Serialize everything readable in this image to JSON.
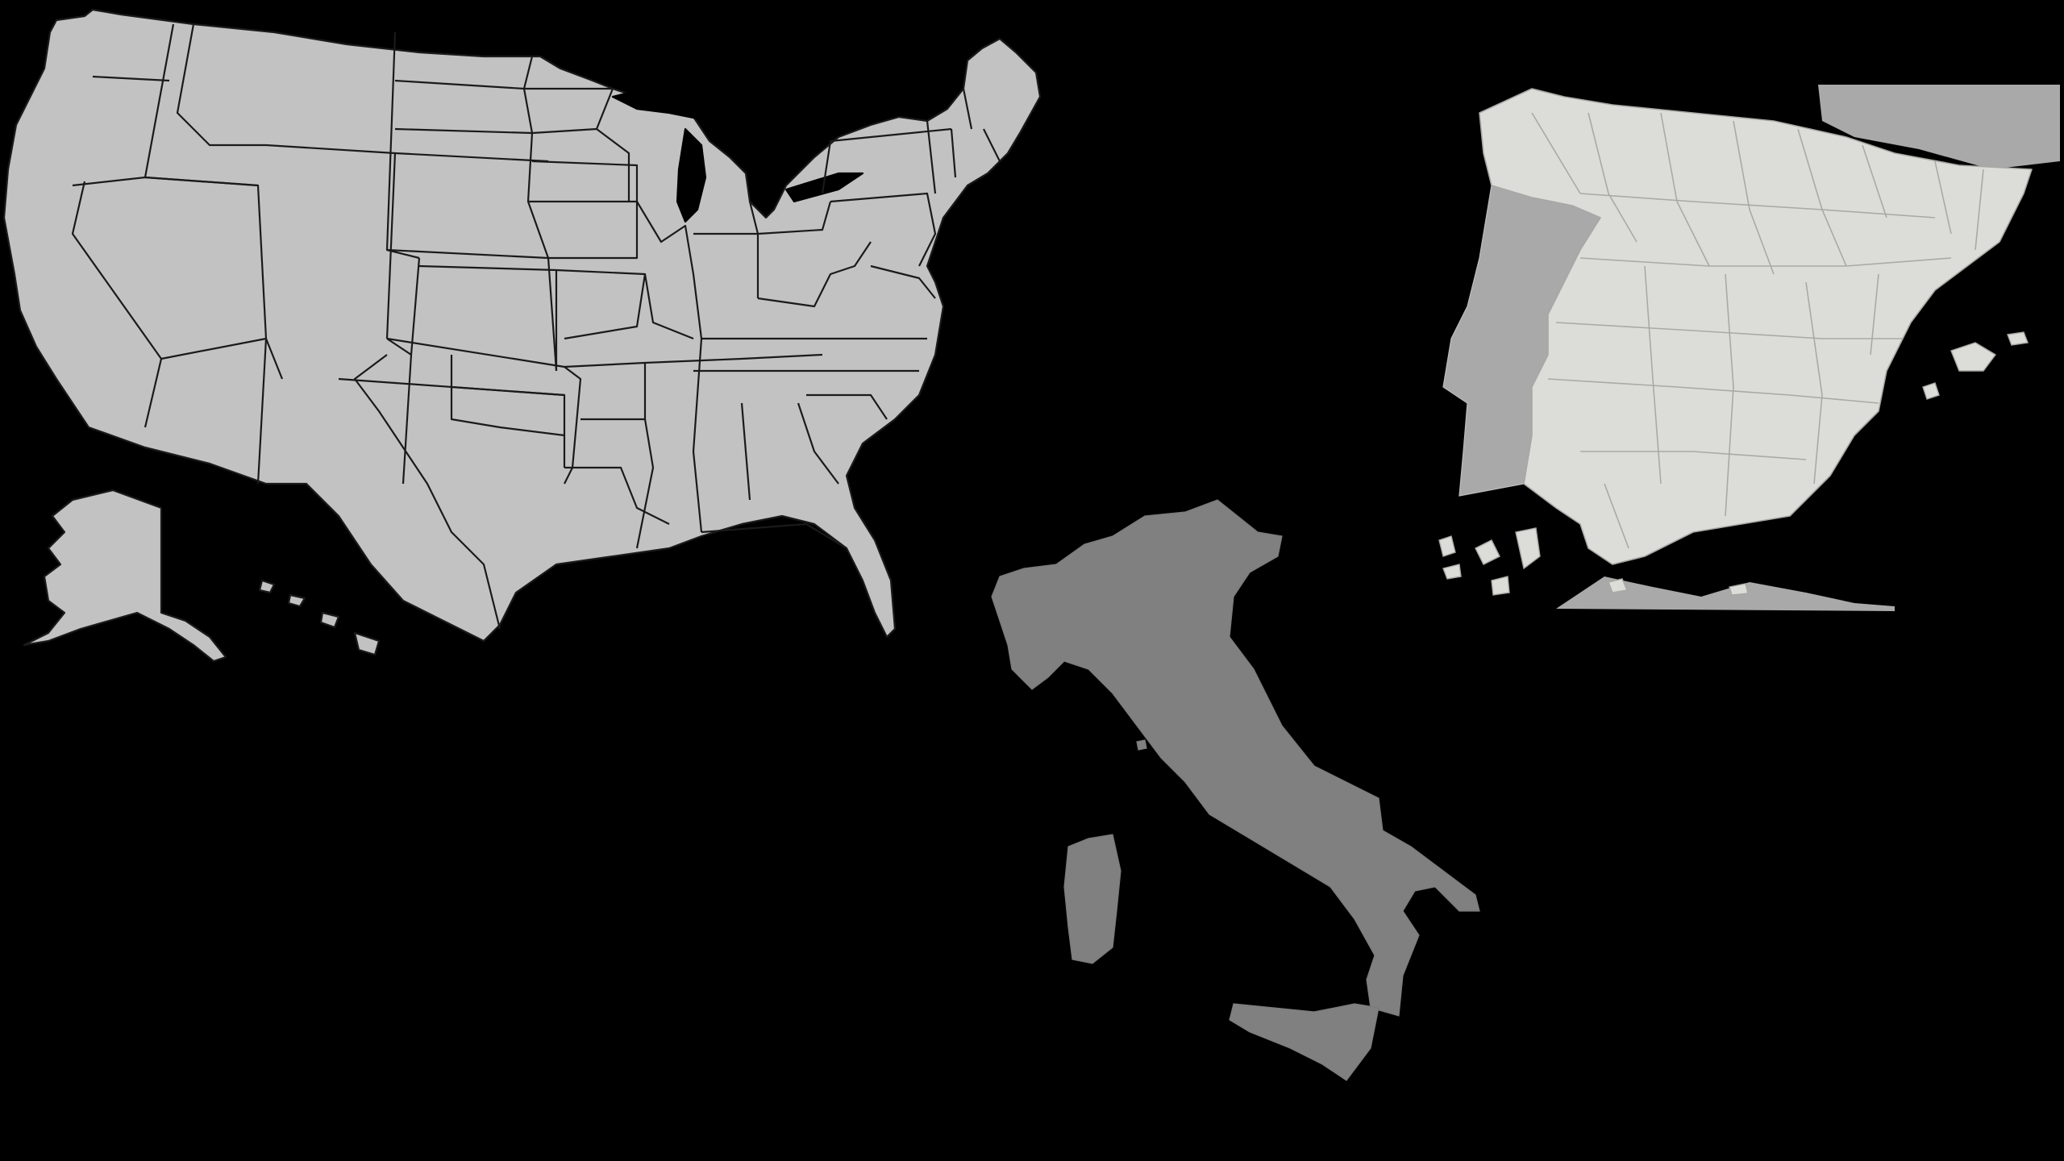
{
  "maps": [
    {
      "id": "united-states",
      "colors": {
        "fill": "#c2c2c2",
        "border": "#1a1a1a"
      }
    },
    {
      "id": "iberian-peninsula",
      "colors": {
        "spain": "#dcdcd8",
        "portugal": "#a9a9a9",
        "neighbors": "#a9a9a9",
        "borders": "#a7a7a3"
      }
    },
    {
      "id": "italy",
      "colors": {
        "fill": "#808080"
      }
    }
  ],
  "background": "#000000"
}
